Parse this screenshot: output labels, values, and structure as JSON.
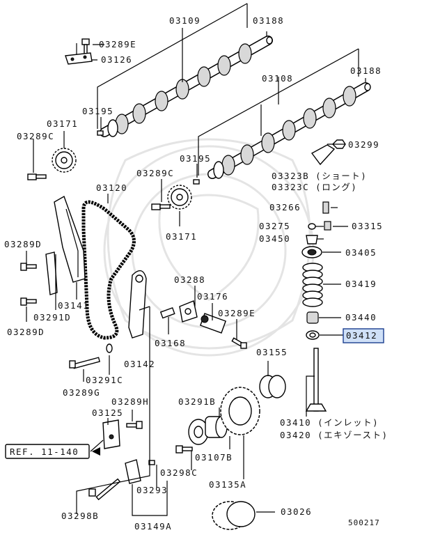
{
  "labels": {
    "l03109": "03109",
    "l03188a": "03188",
    "l03289e_top": "03289E",
    "l03126": "03126",
    "l03108": "03108",
    "l03188b": "03188",
    "l03195a": "03195",
    "l03171a": "03171",
    "l03289c_a": "03289C",
    "l03299": "03299",
    "l03195b": "03195",
    "l03323b": "03323B (ショート)",
    "l03323c": "03323C (ロング)",
    "l03289c_b": "03289C",
    "l03120": "03120",
    "l03266": "03266",
    "l03275": "03275",
    "l03315": "03315",
    "l03171b": "03171",
    "l03450": "03450",
    "l03405": "03405",
    "l03289d_a": "03289D",
    "l03419": "03419",
    "l03288": "03288",
    "l03176": "03176",
    "l03141": "03141",
    "l03440": "03440",
    "l03291d": "03291D",
    "l03289e_mid": "03289E",
    "l03412": "03412",
    "l03289d_b": "03289D",
    "l03168": "03168",
    "l03155": "03155",
    "l03142": "03142",
    "l03291c": "03291C",
    "l03289g": "03289G",
    "l03289h": "03289H",
    "l03291b": "03291B",
    "l03125": "03125",
    "l03410": "03410 (インレット)",
    "l03420": "03420 (エキゾースト)",
    "ref": "REF. 11-140",
    "l03107b": "03107B",
    "l03298c": "03298C",
    "l03293": "03293",
    "l03135a": "03135A",
    "l03026": "03026",
    "l03298b": "03298B",
    "l03149a": "03149A",
    "diagram_no": "500217"
  },
  "colors": {
    "highlight_fill": "#cfe0f7",
    "line": "#000000",
    "watermark": "#e4e4e4"
  }
}
